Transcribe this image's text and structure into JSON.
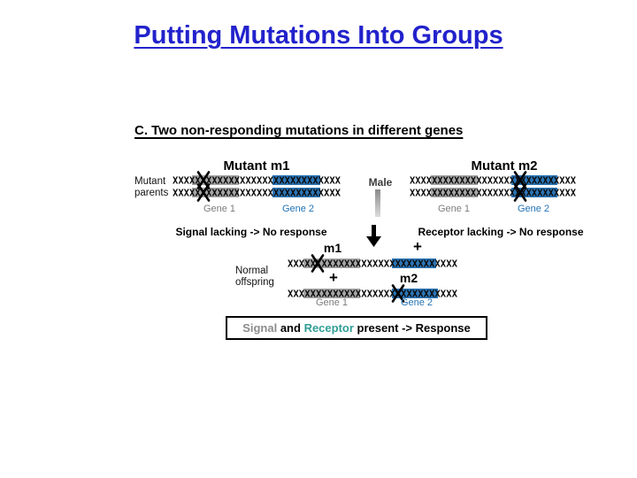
{
  "slide": {
    "title": "Putting Mutations Into Groups",
    "subtitle": "C. Two non-responding mutations in different genes"
  },
  "parents": {
    "left_heading": "Mutant m1",
    "right_heading": "Mutant m2",
    "side_label_line1": "Mutant",
    "side_label_line2": "parents",
    "male_label": "Male",
    "left_gene1_label": "Gene 1",
    "left_gene2_label": "Gene 2",
    "right_gene1_label": "Gene 1",
    "right_gene2_label": "Gene 2",
    "left_result": "Signal lacking -> No response",
    "right_result": "Receptor lacking -> No response"
  },
  "offspring": {
    "label_line1": "Normal",
    "label_line2": "offspring",
    "top_allele_left": "m1",
    "top_allele_right": "+",
    "bottom_allele_left": "+",
    "bottom_allele_right": "m2",
    "gene1_label": "Gene 1",
    "gene2_label": "Gene 2"
  },
  "conclusion": {
    "part1": "Signal",
    "part2": " and ",
    "part3": "Receptor",
    "part4": " present -> Response"
  },
  "colors": {
    "title_blue": "#2222cc",
    "gene1_gray_highlight": "#a5a5a5",
    "gene1_label_gray": "#7c7c7c",
    "gene2_blue_highlight": "#2a74b4",
    "gene2_label_blue": "#2273b5",
    "signal_gray": "#8c8c8c",
    "receptor_teal": "#2f9e96"
  }
}
